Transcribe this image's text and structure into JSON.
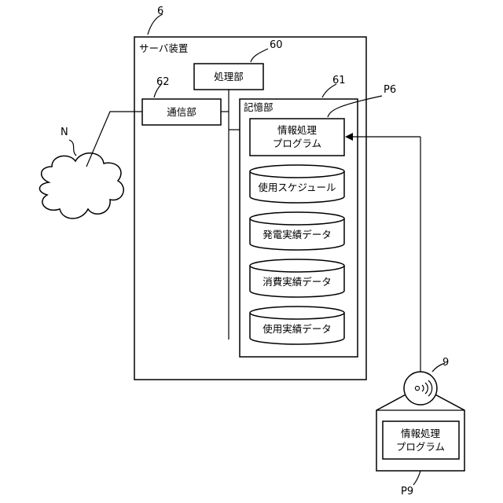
{
  "refs": {
    "server": "6",
    "processing": "60",
    "storage": "61",
    "communication": "62",
    "network": "N",
    "program_server": "P6",
    "medium": "9",
    "program_medium": "P9"
  },
  "server": {
    "title": "サーバ装置",
    "processing_unit": "処理部",
    "communication_unit": "通信部",
    "storage": {
      "title": "記憶部",
      "program": {
        "line1": "情報処理",
        "line2": "プログラム"
      },
      "databases": [
        "使用スケジュール",
        "発電実績データ",
        "消費実績データ",
        "使用実績データ"
      ]
    }
  },
  "medium": {
    "program": {
      "line1": "情報処理",
      "line2": "プログラム"
    }
  }
}
